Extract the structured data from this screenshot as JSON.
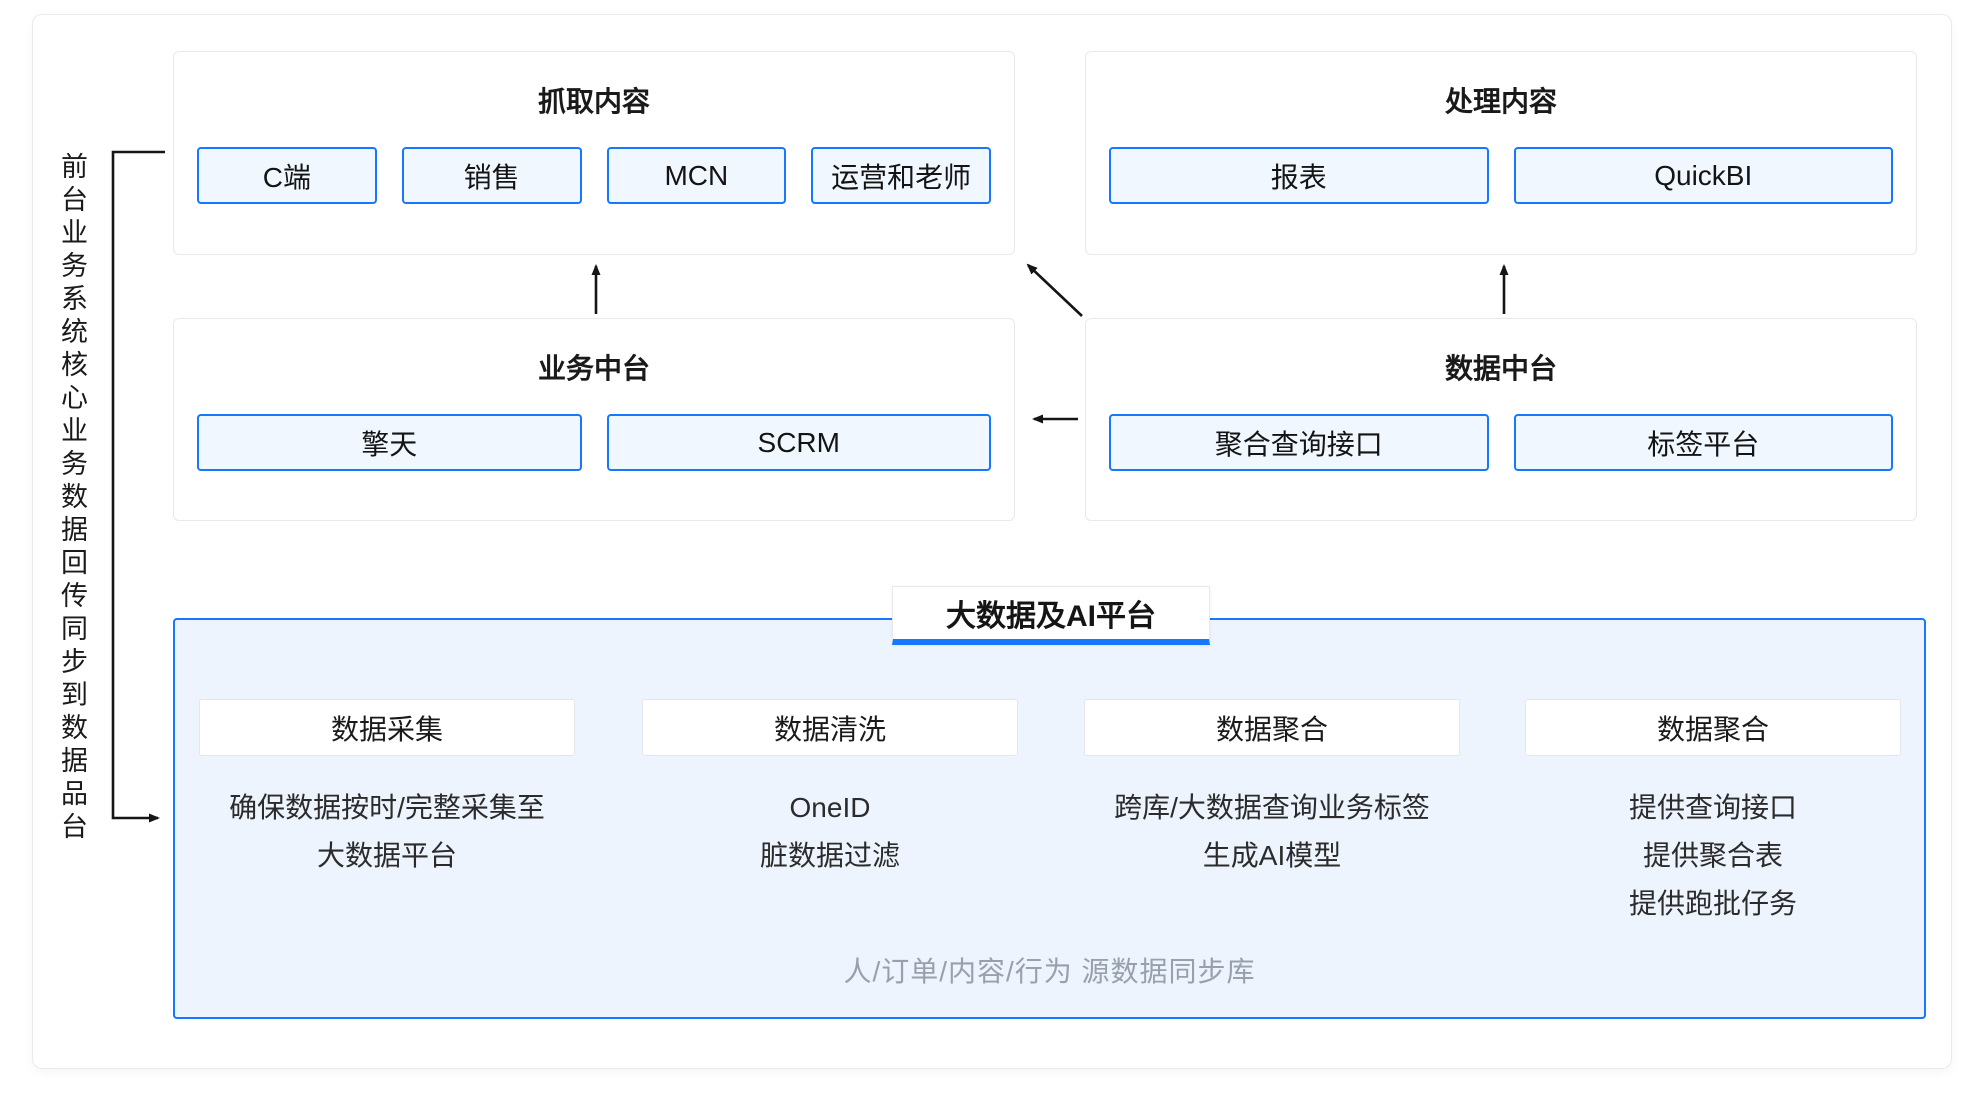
{
  "page": {
    "side_label": "前台业务系统核心业务数据回传同步到数据品台",
    "colors": {
      "accent": "#1677ff",
      "panel_border": "#e9e9ec",
      "chip_bg": "#f0f7ff",
      "platform_bg": "#edf4fe",
      "muted_text": "#98a0ad"
    }
  },
  "panels": {
    "capture": {
      "title": "抓取内容",
      "buttons": [
        "C端",
        "销售",
        "MCN",
        "运营和老师"
      ]
    },
    "process": {
      "title": "处理内容",
      "buttons": [
        "报表",
        "QuickBI"
      ]
    },
    "business": {
      "title": "业务中台",
      "buttons": [
        "擎天",
        "SCRM"
      ]
    },
    "datamid": {
      "title": "数据中台",
      "buttons": [
        "聚合查询接口",
        "标签平台"
      ]
    }
  },
  "platform": {
    "tab": "大数据及AI平台",
    "columns": [
      {
        "title": "数据采集",
        "lines": [
          "确保数据按时/完整采集至",
          "大数据平台",
          ""
        ]
      },
      {
        "title": "数据清洗",
        "lines": [
          "OneID",
          "脏数据过滤",
          ""
        ]
      },
      {
        "title": "数据聚合",
        "lines": [
          "跨库/大数据查询业务标签",
          "生成AI模型",
          ""
        ]
      },
      {
        "title": "数据聚合",
        "lines": [
          "提供查询接口",
          "提供聚合表",
          "提供跑批仔务"
        ]
      }
    ],
    "footnote": "人/订单/内容/行为 源数据同步库"
  }
}
